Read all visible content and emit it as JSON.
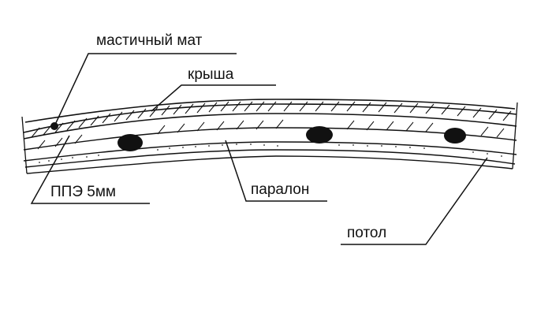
{
  "labels": {
    "mastic_mat": "мастичный мат",
    "roof": "крыша",
    "ppe": "ППЭ 5мм",
    "foam": "паралон",
    "ceiling": "потол"
  }
}
